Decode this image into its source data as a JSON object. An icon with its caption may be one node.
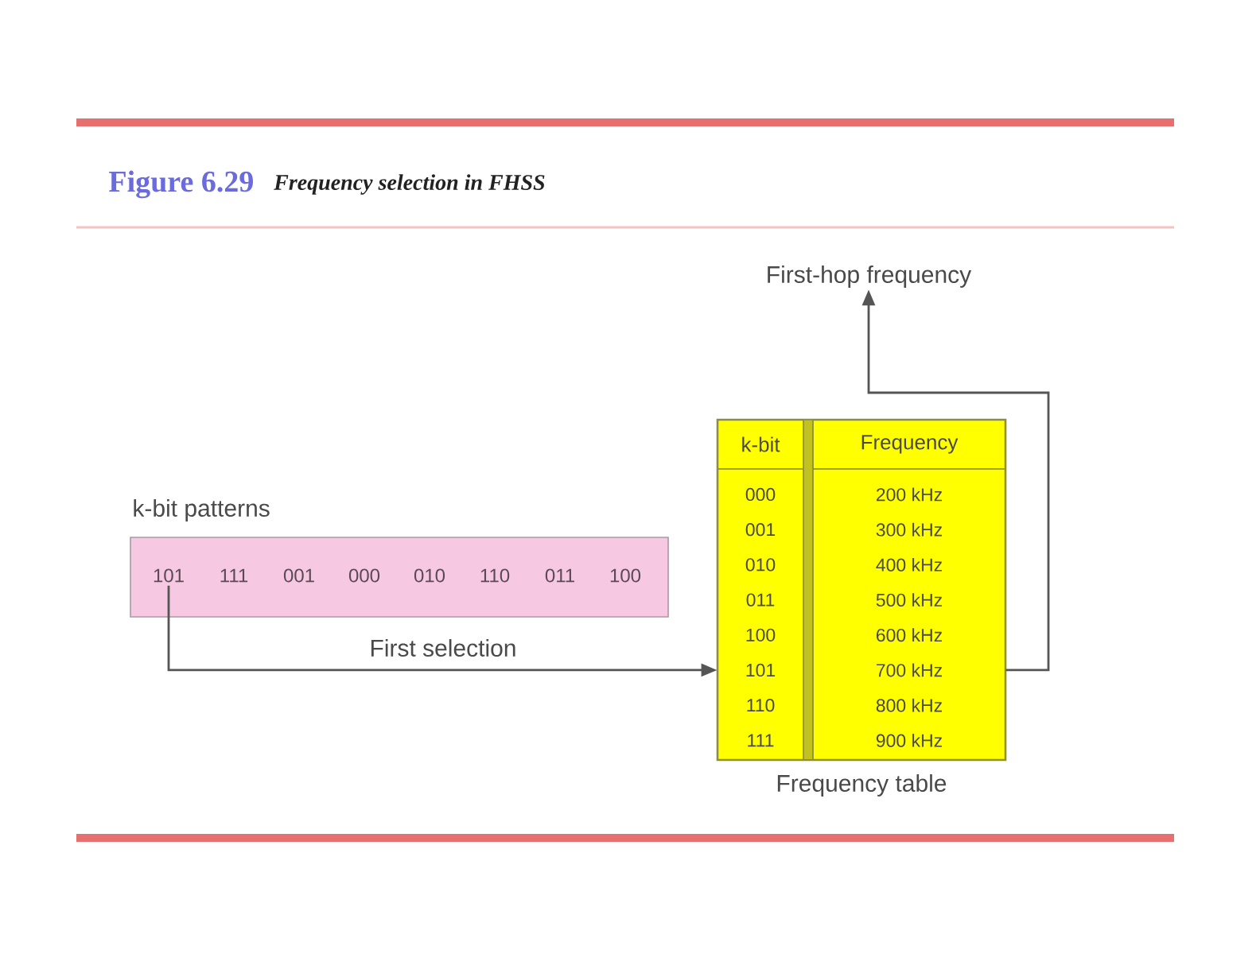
{
  "diagram": {
    "title": "Figure 6.29",
    "caption": "Frequency selection in FHSS",
    "nodes": [
      {
        "text": [
          "k-bit patterns"
        ]
      },
      {
        "text": [
          "101"
        ],
        "in": 0
      },
      {
        "text": [
          "111"
        ],
        "in": 0
      },
      {
        "text": [
          "001"
        ],
        "in": 0
      },
      {
        "text": [
          "000"
        ],
        "in": 0
      },
      {
        "text": [
          "010"
        ],
        "in": 0
      },
      {
        "text": [
          "110"
        ],
        "in": 0
      },
      {
        "text": [
          "011"
        ],
        "in": 0
      },
      {
        "text": [
          "100"
        ],
        "in": 0
      },
      {
        "text": [
          "Frequency table"
        ]
      },
      {
        "text": [
          "k-bit",
          "Frequency"
        ],
        "in": 9
      },
      {
        "text": [
          "000",
          "200 kHz"
        ],
        "in": 9
      },
      {
        "text": [
          "001",
          "300 kHz"
        ],
        "in": 9
      },
      {
        "text": [
          "010",
          "400 kHz"
        ],
        "in": 9
      },
      {
        "text": [
          "011",
          "500 kHz"
        ],
        "in": 9
      },
      {
        "text": [
          "100",
          "600 kHz"
        ],
        "in": 9
      },
      {
        "text": [
          "101",
          "700 kHz"
        ],
        "in": 9
      },
      {
        "text": [
          "110",
          "800 kHz"
        ],
        "in": 9
      },
      {
        "text": [
          "111",
          "900 kHz"
        ],
        "in": 9
      },
      {
        "text": [
          "First-hop frequency"
        ]
      }
    ],
    "edges": [
      {
        "from": 1,
        "to": 16,
        "arrow": "to",
        "label": "First selection"
      },
      {
        "from": 16,
        "to": 19,
        "arrow": "to"
      }
    ]
  }
}
